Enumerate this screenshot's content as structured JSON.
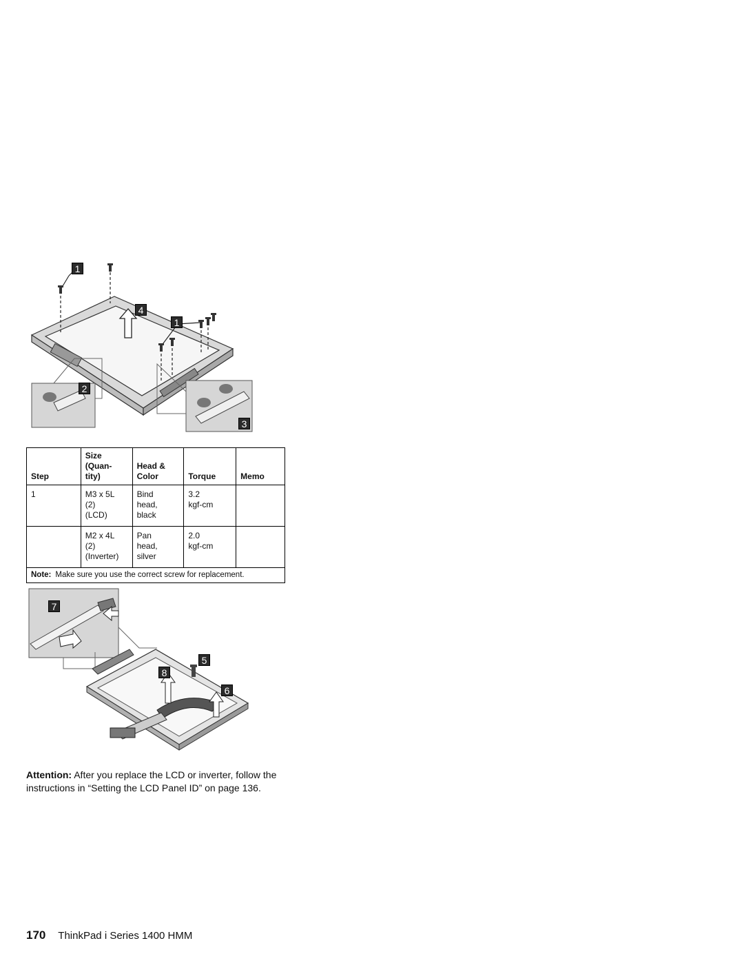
{
  "figure1": {
    "callouts": [
      "1",
      "4",
      "1",
      "2",
      "3"
    ]
  },
  "table": {
    "headers": {
      "step": "Step",
      "size": [
        "Size",
        "(Quan-",
        "tity)"
      ],
      "head": [
        "Head &",
        "Color"
      ],
      "torque": "Torque",
      "memo": "Memo"
    },
    "rows": [
      {
        "step": "1",
        "size": [
          "M3 x 5L",
          "(2)",
          "(LCD)"
        ],
        "head": [
          "Bind",
          "head,",
          "black"
        ],
        "torque": [
          "3.2",
          "kgf-cm"
        ],
        "memo": ""
      },
      {
        "step": "",
        "size": [
          "M2 x 4L",
          "(2)",
          "(Inverter)"
        ],
        "head": [
          "Pan",
          "head,",
          "silver"
        ],
        "torque": [
          "2.0",
          "kgf-cm"
        ],
        "memo": ""
      }
    ],
    "note_label": "Note:",
    "note_text": "Make sure you use the correct screw for replacement."
  },
  "figure2": {
    "callouts": [
      "7",
      "5",
      "8",
      "6"
    ]
  },
  "attention": {
    "label": "Attention:",
    "text": "After you replace the LCD or inverter, follow the instructions in “Setting the LCD Panel ID” on page 136."
  },
  "footer": {
    "page_number": "170",
    "title": "ThinkPad i Series 1400 HMM"
  }
}
